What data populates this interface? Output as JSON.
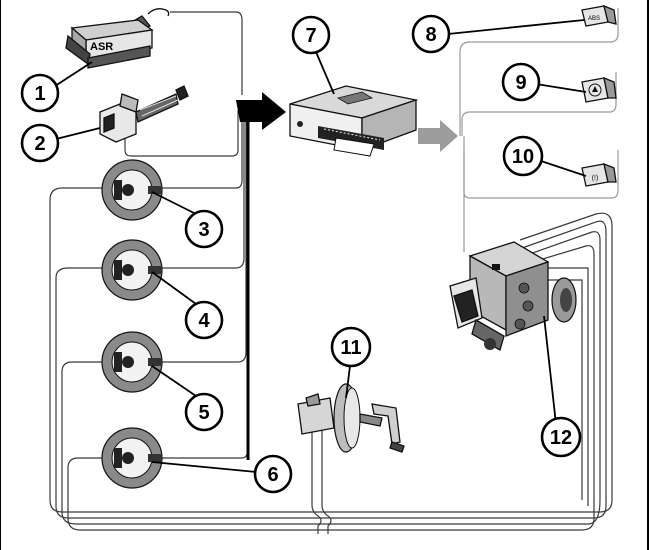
{
  "labels": {
    "asr_switch_text": "ASR",
    "abs_lamp_text": "ABS",
    "asr_lamp_text": "(!)"
  },
  "callouts": [
    {
      "id": "1",
      "text": "1"
    },
    {
      "id": "2",
      "text": "2"
    },
    {
      "id": "3",
      "text": "3"
    },
    {
      "id": "4",
      "text": "4"
    },
    {
      "id": "5",
      "text": "5"
    },
    {
      "id": "6",
      "text": "6"
    },
    {
      "id": "7",
      "text": "7"
    },
    {
      "id": "8",
      "text": "8"
    },
    {
      "id": "9",
      "text": "9"
    },
    {
      "id": "10",
      "text": "10"
    },
    {
      "id": "11",
      "text": "11"
    },
    {
      "id": "12",
      "text": "12"
    }
  ]
}
